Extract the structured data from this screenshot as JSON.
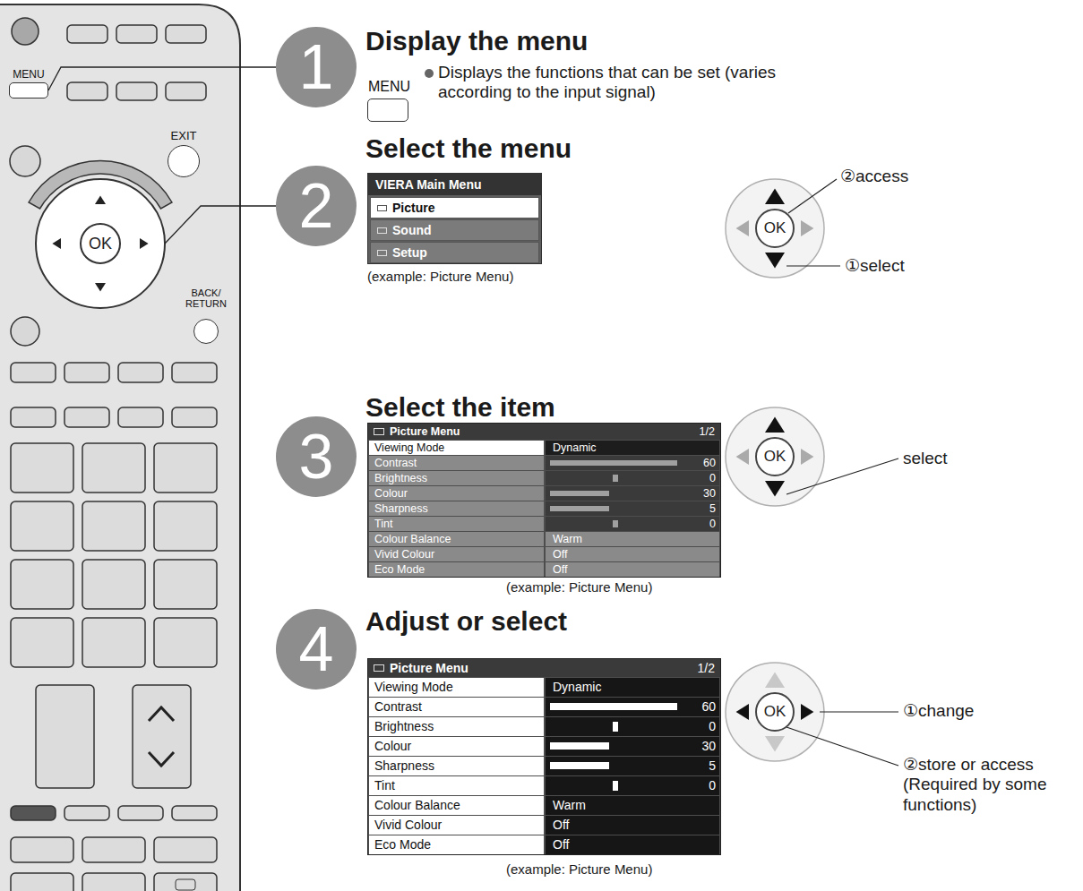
{
  "diagram": {
    "nodes": [
      {
        "text": [
          "MENU"
        ]
      },
      {
        "text": [
          "EXIT"
        ]
      },
      {
        "text": [
          "OK"
        ]
      },
      {
        "text": [
          "BACK/ RETURN"
        ]
      },
      {
        "text": [
          "1"
        ]
      },
      {
        "text": [
          "MENU"
        ]
      },
      {
        "text": [
          "2"
        ]
      },
      {
        "text": [
          "VIERA Main Menu"
        ]
      },
      {
        "text": [
          "Picture"
        ],
        "in": 7
      },
      {
        "text": [
          "Sound"
        ],
        "in": 7
      },
      {
        "text": [
          "Setup"
        ],
        "in": 7
      },
      {
        "text": [
          "OK"
        ]
      },
      {
        "text": [
          "3"
        ]
      },
      {
        "text": [
          "Picture Menu",
          "1/2"
        ]
      },
      {
        "text": [
          "Viewing Mode",
          "Dynamic"
        ],
        "in": 13
      },
      {
        "text": [
          "Contrast",
          "60"
        ],
        "in": 13
      },
      {
        "text": [
          "Brightness",
          "0"
        ],
        "in": 13
      },
      {
        "text": [
          "Colour",
          "30"
        ],
        "in": 13
      },
      {
        "text": [
          "Sharpness",
          "5"
        ],
        "in": 13
      },
      {
        "text": [
          "Tint",
          "0"
        ],
        "in": 13
      },
      {
        "text": [
          "Colour Balance",
          "Warm"
        ],
        "in": 13
      },
      {
        "text": [
          "Vivid Colour",
          "Off"
        ],
        "in": 13
      },
      {
        "text": [
          "Eco Mode",
          "Off"
        ],
        "in": 13
      },
      {
        "text": [
          "OK"
        ]
      },
      {
        "text": [
          "4"
        ]
      },
      {
        "text": [
          "Picture Menu",
          "1/2"
        ]
      },
      {
        "text": [
          "Viewing Mode",
          "Dynamic"
        ],
        "in": 25
      },
      {
        "text": [
          "Contrast",
          "60"
        ],
        "in": 25
      },
      {
        "text": [
          "Brightness",
          "0"
        ],
        "in": 25
      },
      {
        "text": [
          "Colour",
          "30"
        ],
        "in": 25
      },
      {
        "text": [
          "Sharpness",
          "5"
        ],
        "in": 25
      },
      {
        "text": [
          "Tint",
          "0"
        ],
        "in": 25
      },
      {
        "text": [
          "Colour Balance",
          "Warm"
        ],
        "in": 25
      },
      {
        "text": [
          "Vivid Colour",
          "Off"
        ],
        "in": 25
      },
      {
        "text": [
          "Eco Mode",
          "Off"
        ],
        "in": 25
      },
      {
        "text": [
          "OK"
        ]
      }
    ],
    "edges": [
      {
        "from": 4,
        "to": 0,
        "arrow": "none"
      },
      {
        "from": 6,
        "to": 2,
        "arrow": "none"
      }
    ],
    "labels": [
      "Display the menu",
      "Displays the functions that can be set (varies according to the input signal)",
      "Select the menu",
      "(example: Picture Menu)",
      "②access",
      "①select",
      "Select the item",
      "(example: Picture Menu)",
      "select",
      "Adjust or select",
      "(example: Picture Menu)",
      "①change",
      "②store or access (Required by some functions)"
    ]
  }
}
